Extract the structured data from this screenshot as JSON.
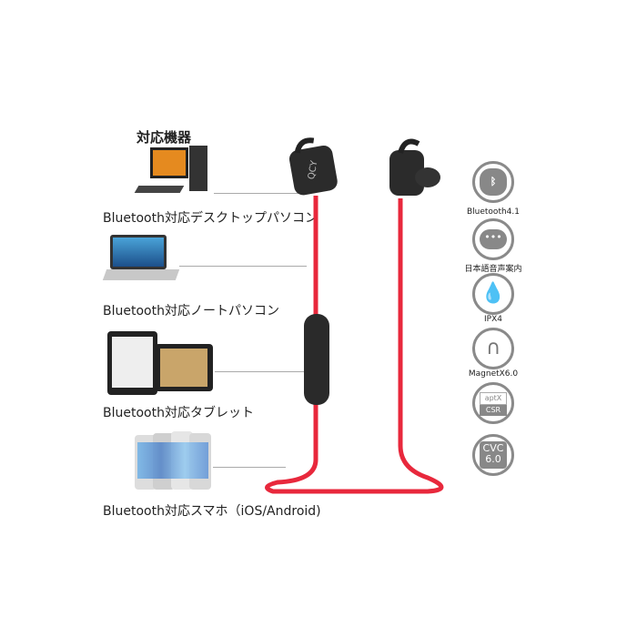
{
  "header": {
    "title": "対応機器"
  },
  "devices": [
    {
      "label": "Bluetooth対応デスクトップパソコン"
    },
    {
      "label": "Bluetooth対応ノートパソコン"
    },
    {
      "label": "Bluetooth対応タブレット"
    },
    {
      "label": "Bluetooth対応スマホ（iOS/Android)"
    }
  ],
  "features": [
    {
      "label": "Bluetooth4.1",
      "icon": "bluetooth-icon"
    },
    {
      "label": "日本語音声案内",
      "icon": "speech-bubble-icon"
    },
    {
      "label": "IPX4",
      "icon": "water-drop-icon"
    },
    {
      "label": "MagnetX6.0",
      "icon": "magnet-icon"
    },
    {
      "label": "",
      "icon": "aptx-csr-icon",
      "badge_top": "aptX",
      "badge_bottom": "CSR"
    },
    {
      "label": "",
      "icon": "cvc-icon",
      "badge_top": "CVC",
      "badge_bottom": "6.0"
    }
  ],
  "product": {
    "brand": "QCY"
  },
  "colors": {
    "cable": "#e8283c",
    "icon_gray": "#888888"
  }
}
